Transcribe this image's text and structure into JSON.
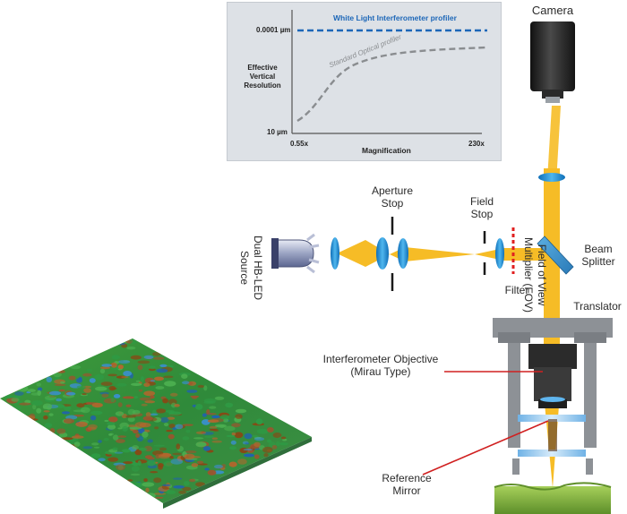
{
  "chart": {
    "title": "White Light Interferometer profiler",
    "curve_label": "Standard Optical profiler",
    "ylabel_lines": [
      "Effective",
      "Vertical",
      "Resolution"
    ],
    "xlabel": "Magnification",
    "y_tick_top": "0.0001 µm",
    "y_tick_bottom": "10 µm",
    "x_tick_left": "0.55x",
    "x_tick_right": "230x",
    "colors": {
      "wli_line": "#1d67b8",
      "standard_curve": "#8a8d90"
    }
  },
  "chart_data": {
    "type": "line",
    "xlabel": "Magnification",
    "ylabel": "Effective Vertical Resolution",
    "x_range": [
      "0.55x",
      "230x"
    ],
    "y_range": [
      "10 µm",
      "0.0001 µm"
    ],
    "series": [
      {
        "name": "White Light Interferometer profiler",
        "style": "dashed-blue",
        "trend": "constant at 0.0001 µm across the full magnification range"
      },
      {
        "name": "Standard Optical profiler",
        "style": "dashed-gray",
        "trend": "starts near 10 µm at low magnification, improves steeply, then levels off below the interferometer line"
      }
    ]
  },
  "labels": {
    "camera": "Camera",
    "fov_line1": "Field of View",
    "fov_line2": "Multiplier (FOV)",
    "aperture_line1": "Aperture",
    "aperture_line2": "Stop",
    "field_line1": "Field",
    "field_line2": "Stop",
    "beam_line1": "Beam",
    "beam_line2": "Splitter",
    "filter": "Filter",
    "translator": "Translator",
    "source_line1": "Dual HB-LED",
    "source_line2": "Source",
    "objective_line1": "Interferometer Objective",
    "objective_line2": "(Mirau Type)",
    "reference_line1": "Reference",
    "reference_line2": "Mirror"
  },
  "colors": {
    "beam": "#f6b91b",
    "lens": "#1b8fd6",
    "camera_body": "#262626",
    "mount": "#8d9196",
    "leader_line": "#d02020",
    "filter": "#e02020",
    "sample": "#7fb13a"
  }
}
